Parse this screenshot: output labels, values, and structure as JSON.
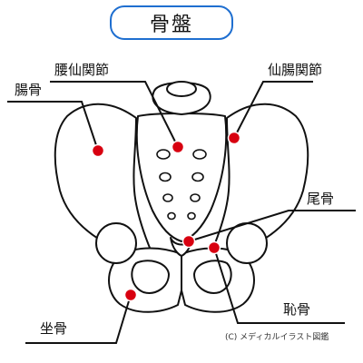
{
  "title": "骨盤",
  "labels": {
    "lumbosacral": "腰仙関節",
    "sacroiliac": "仙腸関節",
    "ilium": "腸骨",
    "coccyx": "尾骨",
    "pubis": "恥骨",
    "ischium": "坐骨"
  },
  "credit": "(C) メディカルイラスト図鑑",
  "colors": {
    "title_border": "#1f6fd0",
    "marker": "#d80010",
    "outline": "#111111"
  }
}
